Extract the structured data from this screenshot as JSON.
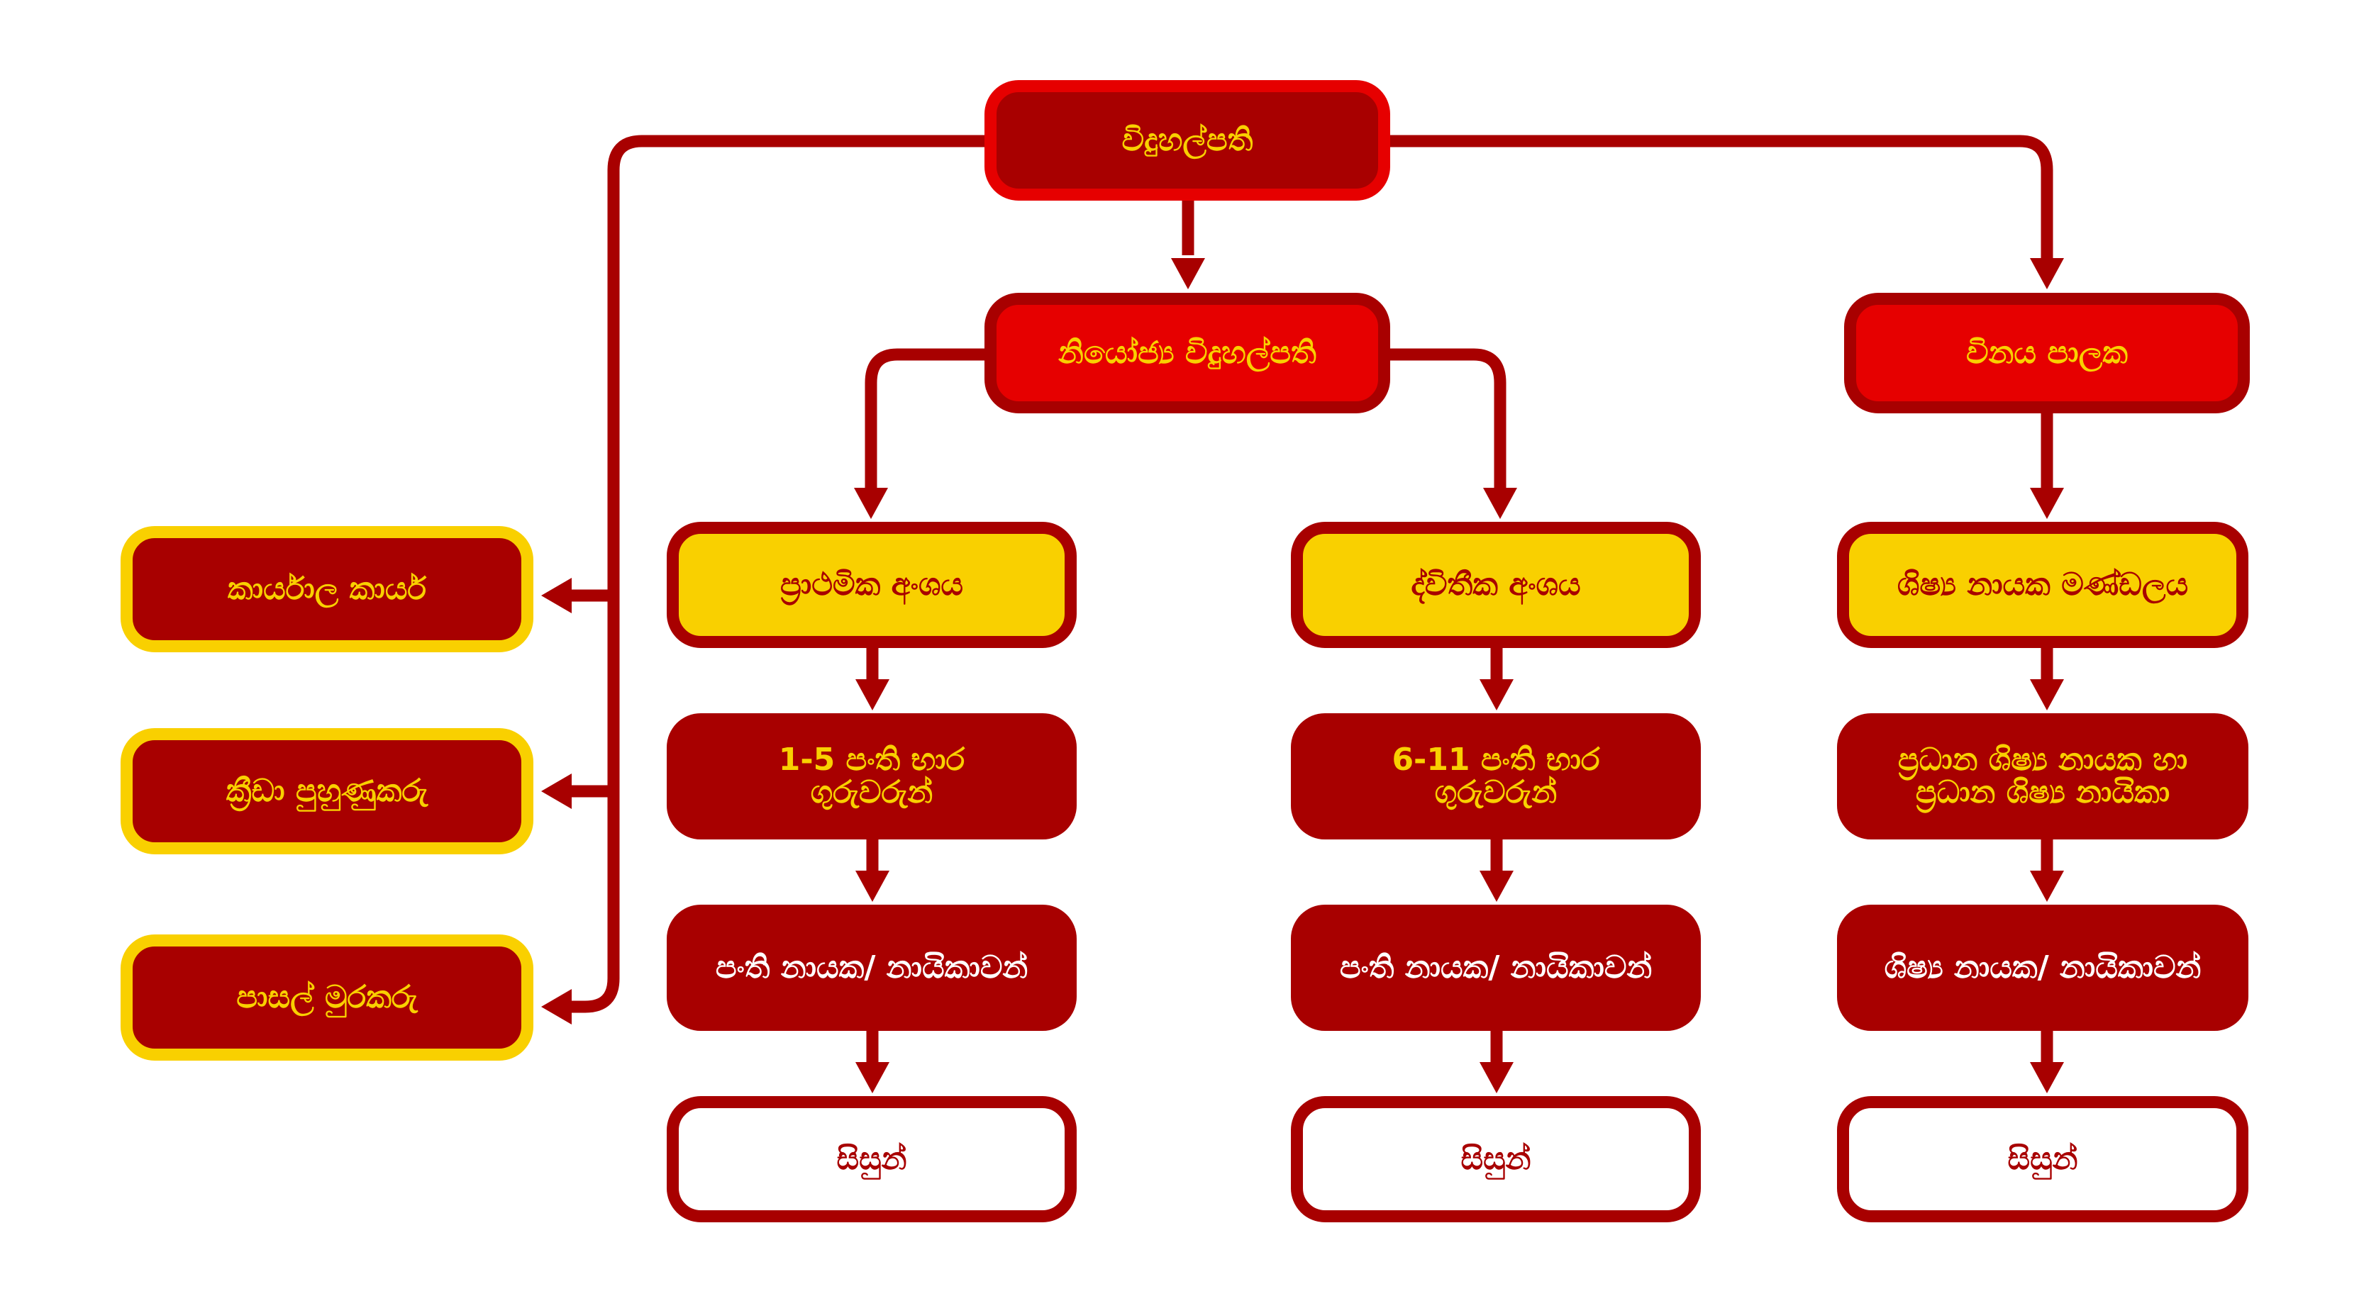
{
  "diagram": {
    "type": "organizational-chart",
    "colors": {
      "dark_red": "#a80000",
      "bright_red": "#e60000",
      "yellow": "#f9d000",
      "white": "#ffffff"
    },
    "nodes": {
      "principal": {
        "label": "විදුහල්පති"
      },
      "deputy_principal": {
        "label": "නියෝජ්‍ය විදුහල්පති"
      },
      "discipline_master": {
        "label": "විනය පාලක"
      },
      "office_work": {
        "label": "කාර්යාල කාර්ය"
      },
      "sports_coach": {
        "label": "ක්‍රීඩා පුහුණුකරු"
      },
      "school_watchman": {
        "label": "පාසල් මුරකරු"
      },
      "primary_section": {
        "label": "ප්‍රාථමික අංශය"
      },
      "secondary_section": {
        "label": "ද්විතීක අංශය"
      },
      "prefect_board": {
        "label": "ශිෂ්‍ය නායක මණ්ඩලය"
      },
      "class_teachers_1_5": {
        "label": "1-5 පංති භාර\nගුරුවරුන්"
      },
      "class_teachers_6_11": {
        "label": "6-11 පංති භාර\nගුරුවරුන්"
      },
      "head_prefects": {
        "label": "ප්‍රධාන ශිෂ්‍ය නායක හා\nප්‍රධාන ශිෂ්‍ය නායිකා"
      },
      "class_monitors_primary": {
        "label": "පංති නායක/ නායිකාවන්"
      },
      "class_monitors_secondary": {
        "label": "පංති නායක/ නායිකාවන්"
      },
      "prefects": {
        "label": "ශිෂ්‍ය නායක/ නායිකාවන්"
      },
      "students_primary": {
        "label": "සිසුන්"
      },
      "students_secondary": {
        "label": "සිසුන්"
      },
      "students_prefects": {
        "label": "සිසුන්"
      }
    },
    "edges": [
      {
        "from": "principal",
        "to": "deputy_principal"
      },
      {
        "from": "principal",
        "to": "discipline_master"
      },
      {
        "from": "principal",
        "to": "office_work"
      },
      {
        "from": "principal",
        "to": "sports_coach"
      },
      {
        "from": "principal",
        "to": "school_watchman"
      },
      {
        "from": "deputy_principal",
        "to": "primary_section"
      },
      {
        "from": "deputy_principal",
        "to": "secondary_section"
      },
      {
        "from": "discipline_master",
        "to": "prefect_board"
      },
      {
        "from": "primary_section",
        "to": "class_teachers_1_5"
      },
      {
        "from": "secondary_section",
        "to": "class_teachers_6_11"
      },
      {
        "from": "prefect_board",
        "to": "head_prefects"
      },
      {
        "from": "class_teachers_1_5",
        "to": "class_monitors_primary"
      },
      {
        "from": "class_teachers_6_11",
        "to": "class_monitors_secondary"
      },
      {
        "from": "head_prefects",
        "to": "prefects"
      },
      {
        "from": "class_monitors_primary",
        "to": "students_primary"
      },
      {
        "from": "class_monitors_secondary",
        "to": "students_secondary"
      },
      {
        "from": "prefects",
        "to": "students_prefects"
      }
    ]
  }
}
